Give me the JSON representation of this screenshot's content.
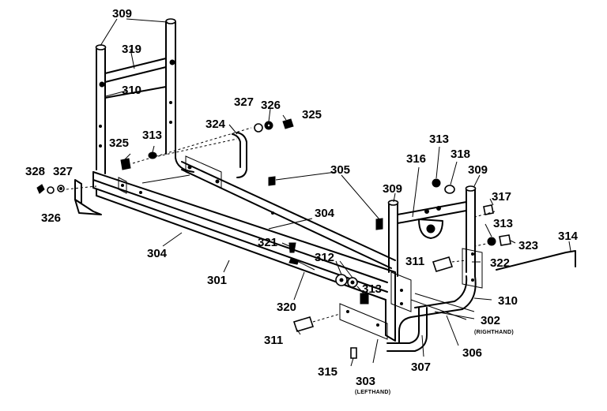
{
  "labels": [
    {
      "id": "301",
      "text": "301"
    },
    {
      "id": "302",
      "text": "302"
    },
    {
      "id": "303",
      "text": "303"
    },
    {
      "id": "304a",
      "text": "304"
    },
    {
      "id": "304b",
      "text": "304"
    },
    {
      "id": "305",
      "text": "305"
    },
    {
      "id": "306",
      "text": "306"
    },
    {
      "id": "307",
      "text": "307"
    },
    {
      "id": "309a",
      "text": "309"
    },
    {
      "id": "309b",
      "text": "309"
    },
    {
      "id": "309c",
      "text": "309"
    },
    {
      "id": "310a",
      "text": "310"
    },
    {
      "id": "310b",
      "text": "310"
    },
    {
      "id": "311a",
      "text": "311"
    },
    {
      "id": "311b",
      "text": "311"
    },
    {
      "id": "312",
      "text": "312"
    },
    {
      "id": "313a",
      "text": "313"
    },
    {
      "id": "313b",
      "text": "313"
    },
    {
      "id": "313c",
      "text": "313"
    },
    {
      "id": "313d",
      "text": "313"
    },
    {
      "id": "314",
      "text": "314"
    },
    {
      "id": "315",
      "text": "315"
    },
    {
      "id": "316",
      "text": "316"
    },
    {
      "id": "317",
      "text": "317"
    },
    {
      "id": "318",
      "text": "318"
    },
    {
      "id": "319",
      "text": "319"
    },
    {
      "id": "320",
      "text": "320"
    },
    {
      "id": "321",
      "text": "321"
    },
    {
      "id": "322",
      "text": "322"
    },
    {
      "id": "323",
      "text": "323"
    },
    {
      "id": "324",
      "text": "324"
    },
    {
      "id": "325a",
      "text": "325"
    },
    {
      "id": "325b",
      "text": "325"
    },
    {
      "id": "326a",
      "text": "326"
    },
    {
      "id": "326b",
      "text": "326"
    },
    {
      "id": "327a",
      "text": "327"
    },
    {
      "id": "327b",
      "text": "327"
    },
    {
      "id": "328",
      "text": "328"
    }
  ],
  "sublabels": {
    "righthand": "(RIGHTHAND)",
    "lefthand": "(LEFTHAND)"
  }
}
